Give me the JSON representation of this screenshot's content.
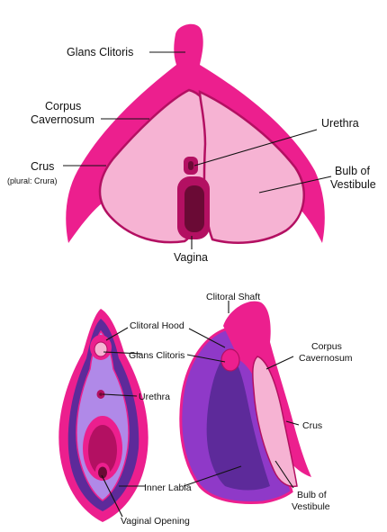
{
  "top_diagram": {
    "labels": {
      "glans_clitoris": "Glans Clitoris",
      "corpus_cavernosum_1": "Corpus",
      "corpus_cavernosum_2": "Cavernosum",
      "crus": "Crus",
      "crus_plural": "(plural: Crura)",
      "urethra": "Urethra",
      "bulb_1": "Bulb of",
      "bulb_2": "Vestibule",
      "vagina": "Vagina"
    }
  },
  "bottom_left_diagram": {
    "labels": {
      "clitoral_hood": "Clitoral Hood",
      "glans_clitoris": "Glans Clitoris",
      "urethra": "Urethra",
      "inner_labia": "Inner Labia",
      "vaginal_opening": "Vaginal Opening"
    }
  },
  "bottom_right_diagram": {
    "labels": {
      "clitoral_shaft": "Clitoral Shaft",
      "corpus_cavernosum_1": "Corpus",
      "corpus_cavernosum_2": "Cavernosum",
      "crus": "Crus",
      "bulb_1": "Bulb of",
      "bulb_2": "Vestibule"
    }
  },
  "colors": {
    "magenta": "#ec1f8e",
    "light_pink": "#f6b3d3",
    "dark_pink": "#b31062",
    "maroon": "#6a0a35",
    "purple": "#8f39c8",
    "dark_purple": "#5d2a9a",
    "lavender": "#b089e8"
  }
}
